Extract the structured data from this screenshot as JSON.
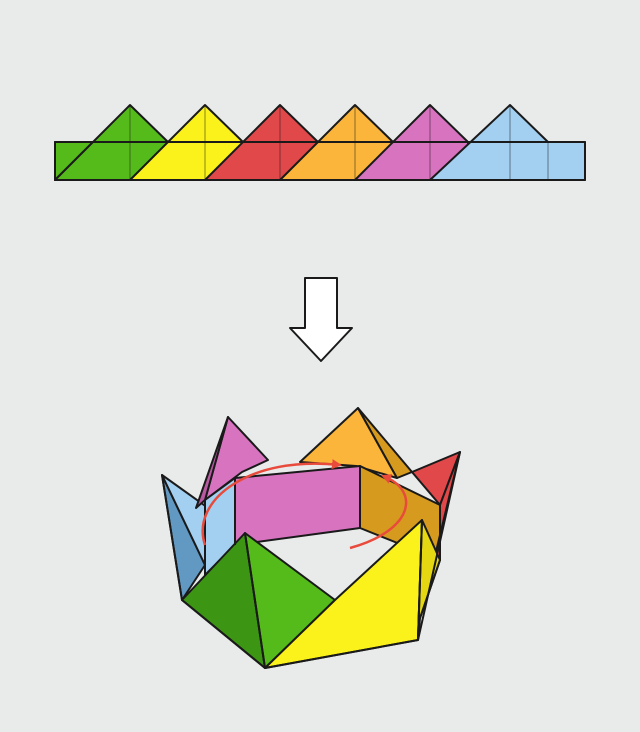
{
  "colors": {
    "background": "#e9eaea",
    "outline": "#1a1a1a",
    "green": "#55bb1b",
    "yellow": "#fbf21b",
    "red": "#e0484a",
    "orange": "#fbb53a",
    "pink": "#d873c0",
    "light_blue": "#a3cff1",
    "green_shadow": "#3d9613",
    "yellow_shadow": "#e5d812",
    "red_shadow": "#c3353a",
    "orange_shadow": "#d69a1e",
    "pink_shadow": "#b85aa2",
    "blue_shadow": "#6299c3",
    "arrow_fill": "#ffffff",
    "rotation_arrow": "#e84a3b"
  },
  "top_strip": {
    "module_order": [
      "green",
      "yellow",
      "red",
      "orange",
      "pink",
      "light_blue"
    ]
  },
  "transition_arrow": {
    "icon": "down-arrow-icon"
  },
  "crown": {
    "points_visible": [
      "pink",
      "orange",
      "red",
      "light_blue",
      "green",
      "yellow"
    ],
    "rotation_icon": "rotate-arrows-icon"
  }
}
